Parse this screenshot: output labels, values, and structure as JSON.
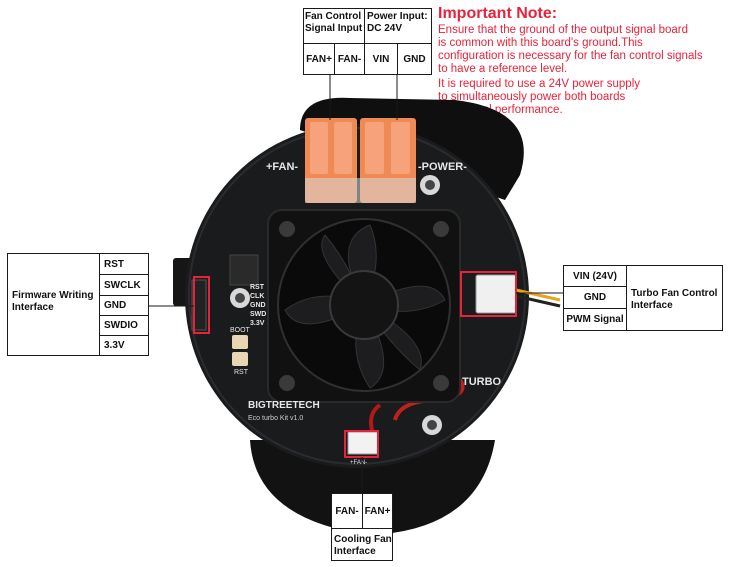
{
  "note": {
    "title": "Important Note:",
    "lines": [
      "Ensure that the ground of the output signal board",
      "is common with this board's ground.This",
      "configuration is necessary for the fan control signals",
      "to have a reference level.",
      "It is required to use a 24V power supply",
      "to simultaneously power both boards",
      "for optimal performance."
    ]
  },
  "fan_control": {
    "title": "Fan Control Signal Input",
    "pins": [
      "FAN+",
      "FAN-"
    ]
  },
  "power_input": {
    "title": "Power Input: DC 24V",
    "pins": [
      "VIN",
      "GND"
    ]
  },
  "firmware": {
    "title": "Firmware Writing Interface",
    "pins": [
      "RST",
      "SWCLK",
      "GND",
      "SWDIO",
      "3.3V"
    ]
  },
  "turbo": {
    "title": "Turbo Fan Control Interface",
    "pins": [
      "VIN (24V)",
      "GND",
      "PWM Signal"
    ]
  },
  "cooling": {
    "title": "Cooling Fan Interface",
    "pins": [
      "FAN-",
      "FAN+"
    ]
  },
  "board": {
    "silk_fan": "+FAN-",
    "silk_power": "-POWER-",
    "silk_turbo": "TURBO",
    "silk_brand": "BIGTREETECH",
    "silk_kit": "Eco turbo Kit v1.0",
    "silk_boot": "BOOT",
    "silk_rst": "RST",
    "silk_fan_bottom": "+FAN-",
    "silk_pins": [
      "RST",
      "CLK",
      "GND",
      "SWD",
      "3.3V"
    ]
  }
}
